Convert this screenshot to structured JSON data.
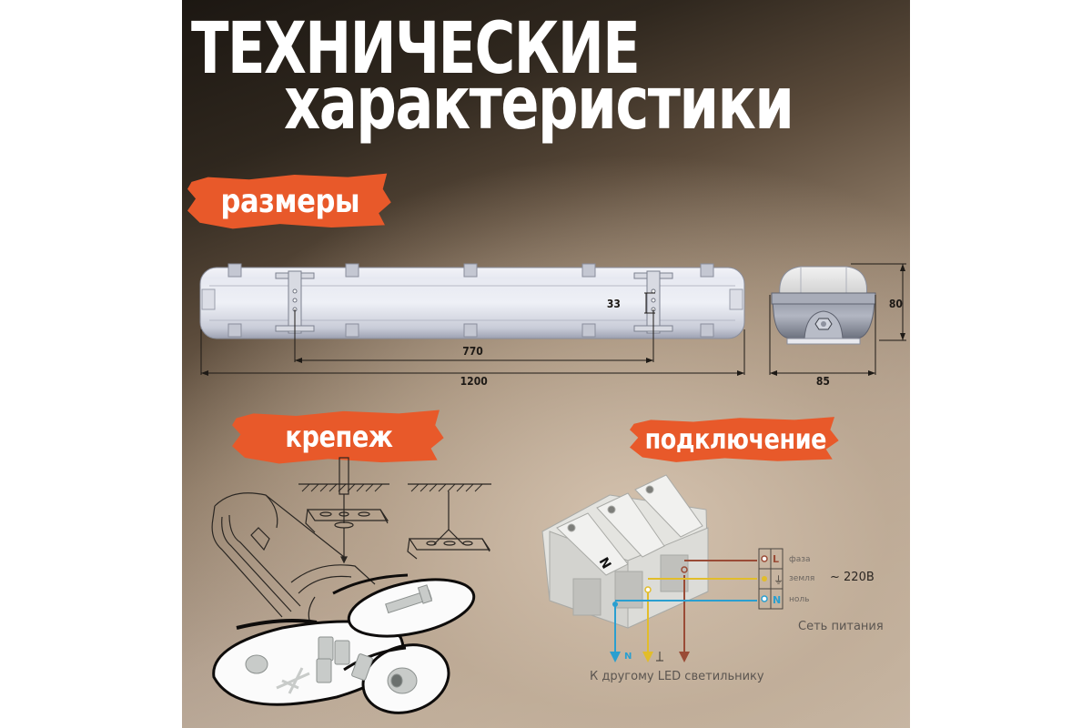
{
  "title": {
    "line1": "ТЕХНИЧЕСКИЕ",
    "line2": "характеристики"
  },
  "sections": {
    "sizes": {
      "label": "размеры"
    },
    "mounting": {
      "label": "крепеж"
    },
    "connection": {
      "label": "подключение"
    }
  },
  "dimensions": {
    "total_length": "1200",
    "mount_spacing": "770",
    "bracket_height": "33",
    "height": "80",
    "width": "85"
  },
  "wiring": {
    "terminals": [
      {
        "letter": "L",
        "name": "фаза",
        "color": "#9a4b36"
      },
      {
        "letter": "⏚",
        "name": "земля",
        "color": "#e2bd2a"
      },
      {
        "letter": "N",
        "name": "ноль",
        "color": "#2a9fd0"
      }
    ],
    "voltage": "~ 220В",
    "network_label": "Сеть питания",
    "output_labels": {
      "n": "N",
      "ground": "⏚"
    },
    "other_fixture_label": "К другому LED светильнику",
    "block_labels": {
      "n": "N",
      "ground": "⏚",
      "l": "L"
    }
  },
  "colors": {
    "accent": "#e8592a",
    "phase": "#9a4b36",
    "earth": "#e2bd2a",
    "neutral": "#2a9fd0"
  }
}
